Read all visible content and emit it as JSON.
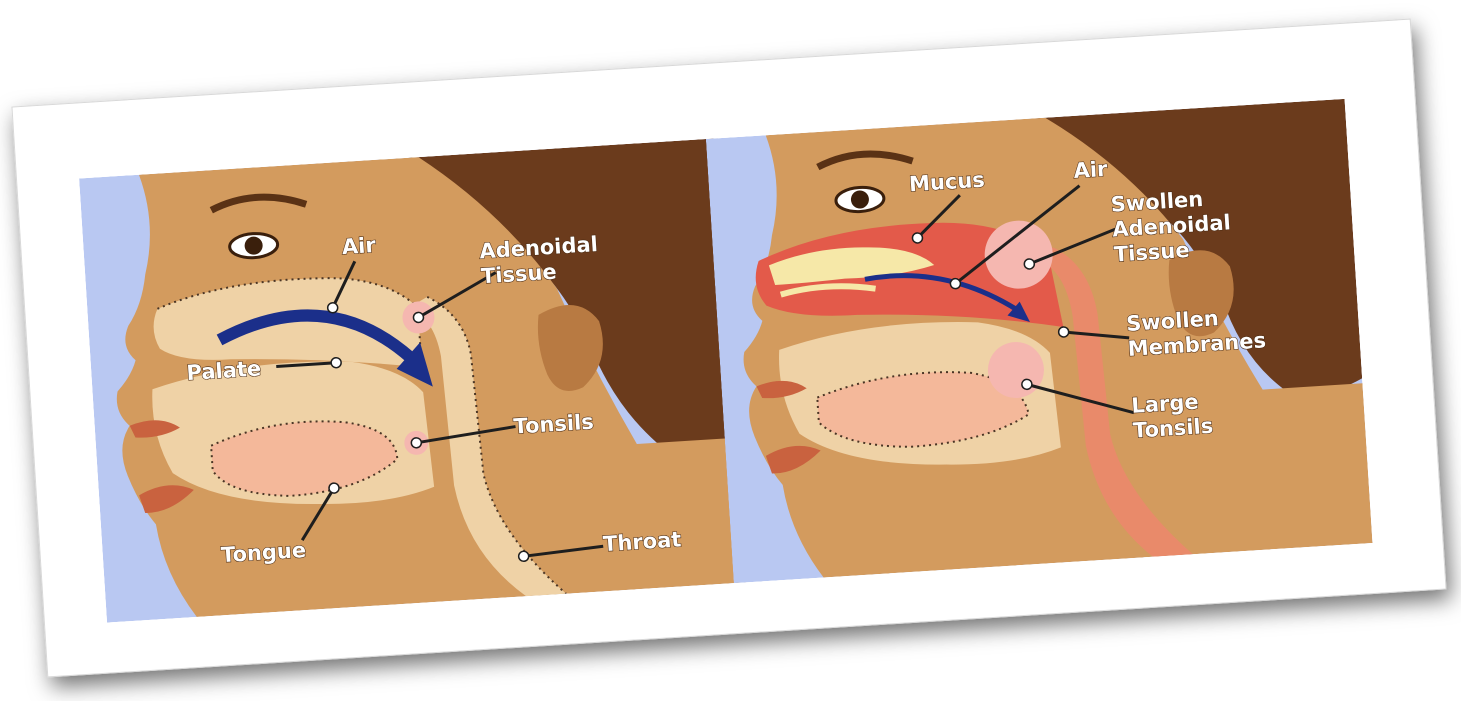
{
  "colors": {
    "background_panel": "#b9c8f2",
    "skin": "#d39b5e",
    "skin_dark": "#b87a42",
    "hair": "#6b3b1c",
    "mouth": "#f4b89a",
    "airway": "#efd2a6",
    "air_arrow": "#1b2f8a",
    "tissue": "#f5b7b0",
    "inflamed": "#e35a4a",
    "mucus": "#f6e8a8"
  },
  "panels": {
    "normal": {
      "labels": {
        "air": "Air",
        "adenoidal_tissue_line1": "Adenoidal",
        "adenoidal_tissue_line2": "Tissue",
        "palate": "Palate",
        "tonsils": "Tonsils",
        "tongue": "Tongue",
        "throat": "Throat"
      }
    },
    "swollen": {
      "labels": {
        "mucus": "Mucus",
        "air": "Air",
        "swollen_adenoidal_line1": "Swollen",
        "swollen_adenoidal_line2": "Adenoidal",
        "swollen_adenoidal_line3": "Tissue",
        "swollen_membranes_line1": "Swollen",
        "swollen_membranes_line2": "Membranes",
        "large_tonsils_line1": "Large",
        "large_tonsils_line2": "Tonsils"
      }
    }
  }
}
